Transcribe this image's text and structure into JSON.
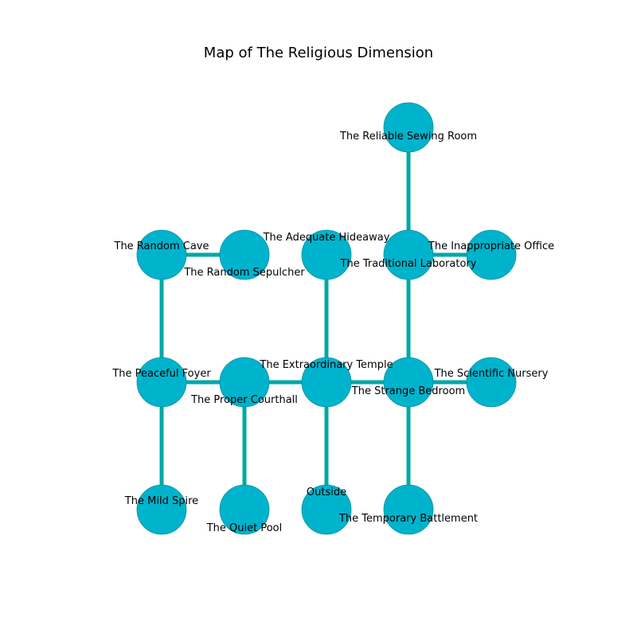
{
  "title": "Map of The Religious Dimension",
  "colors": {
    "node_fill": "#00b3cc",
    "node_stroke": "#0a8fa0",
    "edge": "#00a8a8",
    "text": "#000000"
  },
  "rooms": [
    {
      "id": "reliable-sewing-room",
      "name": "The Reliable Sewing Room"
    },
    {
      "id": "random-cave",
      "name": "The Random Cave"
    },
    {
      "id": "random-sepulcher",
      "name": "The Random Sepulcher"
    },
    {
      "id": "adequate-hideaway",
      "name": "The Adequate Hideaway"
    },
    {
      "id": "traditional-laboratory",
      "name": "The Traditional Laboratory"
    },
    {
      "id": "inappropriate-office",
      "name": "The Inappropriate Office"
    },
    {
      "id": "peaceful-foyer",
      "name": "The Peaceful Foyer"
    },
    {
      "id": "proper-courthall",
      "name": "The Proper Courthall"
    },
    {
      "id": "extraordinary-temple",
      "name": "The Extraordinary Temple"
    },
    {
      "id": "strange-bedroom",
      "name": "The Strange Bedroom"
    },
    {
      "id": "scientific-nursery",
      "name": "The Scientific Nursery"
    },
    {
      "id": "mild-spire",
      "name": "The Mild Spire"
    },
    {
      "id": "quiet-pool",
      "name": "The Quiet Pool"
    },
    {
      "id": "outside",
      "name": "Outside"
    },
    {
      "id": "temporary-battlement",
      "name": "The Temporary Battlement"
    }
  ],
  "connections": [
    [
      "reliable-sewing-room",
      "traditional-laboratory"
    ],
    [
      "random-cave",
      "random-sepulcher"
    ],
    [
      "random-cave",
      "peaceful-foyer"
    ],
    [
      "adequate-hideaway",
      "extraordinary-temple"
    ],
    [
      "traditional-laboratory",
      "inappropriate-office"
    ],
    [
      "traditional-laboratory",
      "strange-bedroom"
    ],
    [
      "peaceful-foyer",
      "proper-courthall"
    ],
    [
      "proper-courthall",
      "extraordinary-temple"
    ],
    [
      "extraordinary-temple",
      "strange-bedroom"
    ],
    [
      "strange-bedroom",
      "scientific-nursery"
    ],
    [
      "peaceful-foyer",
      "mild-spire"
    ],
    [
      "proper-courthall",
      "quiet-pool"
    ],
    [
      "extraordinary-temple",
      "outside"
    ],
    [
      "strange-bedroom",
      "temporary-battlement"
    ]
  ]
}
